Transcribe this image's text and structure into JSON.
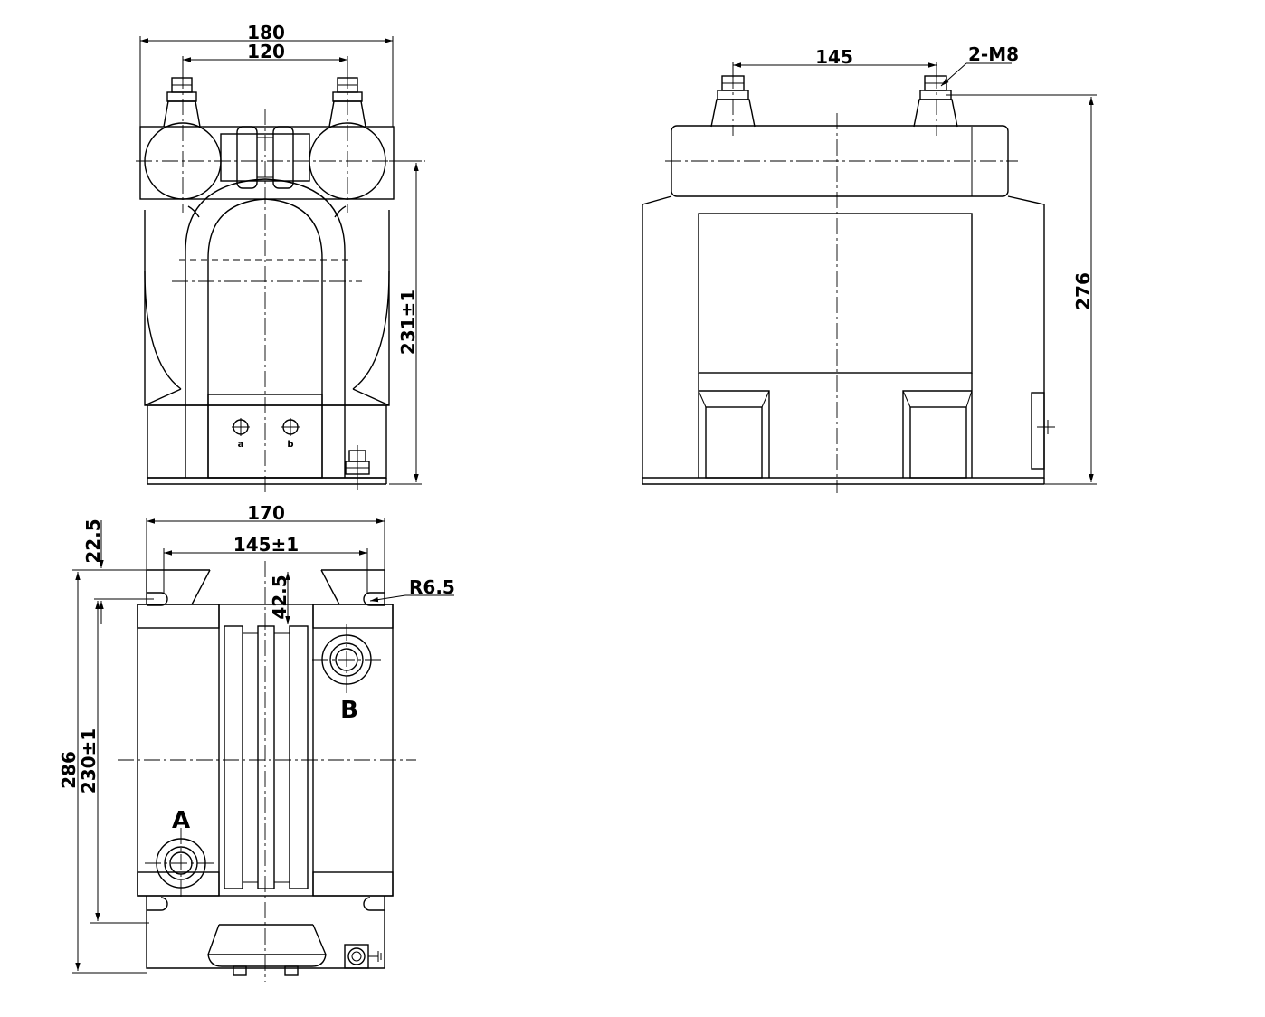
{
  "front_view": {
    "dim_overall_width": "180",
    "dim_terminal_spacing": "120",
    "dim_height": "231±1",
    "secondary_terminal_a": "a",
    "secondary_terminal_b": "b"
  },
  "side_view": {
    "dim_terminal_spacing": "145",
    "dim_bolt_spec": "2-M8",
    "dim_height": "276"
  },
  "plan_view": {
    "dim_overall_width": "170",
    "dim_slot_spacing": "145±1",
    "dim_slot_offset": "22.5",
    "dim_center_offset": "42.5",
    "dim_slot_radius": "R6.5",
    "dim_overall_length": "286",
    "dim_slot_length": "230±1",
    "terminal_a_label": "A",
    "terminal_b_label": "B"
  }
}
